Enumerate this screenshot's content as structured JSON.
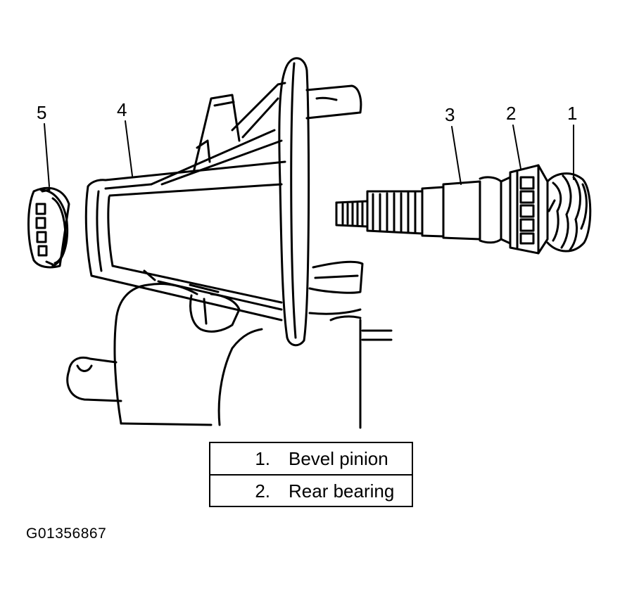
{
  "callouts": {
    "c1": "1",
    "c2": "2",
    "c3": "3",
    "c4": "4",
    "c5": "5"
  },
  "legend": [
    {
      "num": "1.",
      "text": "Bevel pinion"
    },
    {
      "num": "2.",
      "text": "Rear bearing"
    }
  ],
  "figure_id": "G01356867"
}
